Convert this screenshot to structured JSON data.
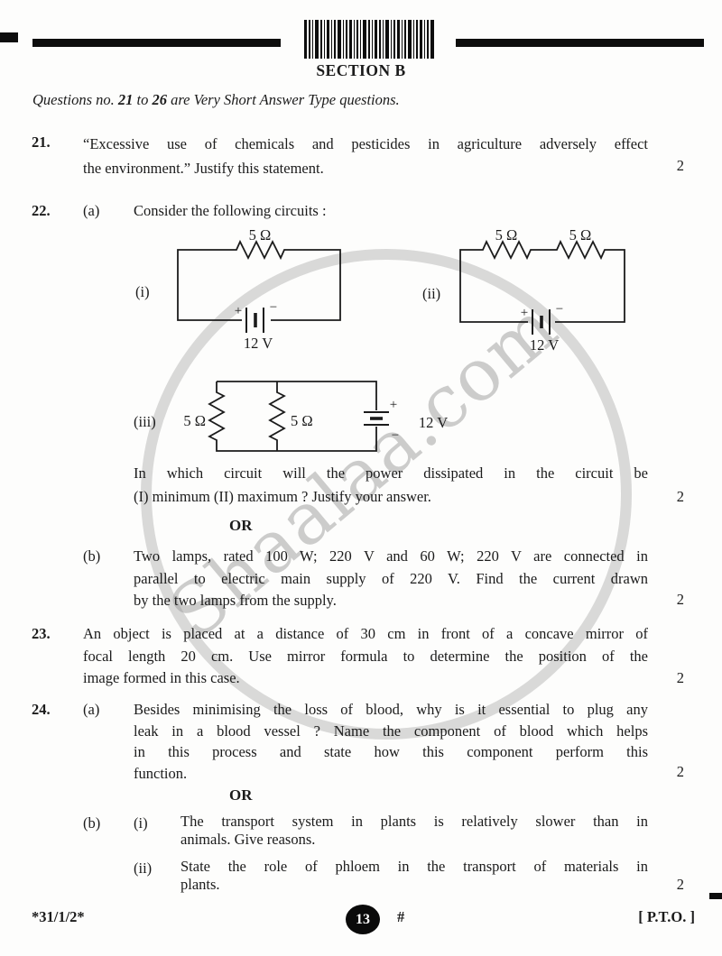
{
  "watermark": {
    "text": "Shaalaa.com"
  },
  "header": {
    "section_title": "SECTION B",
    "instruction_parts": {
      "p1": "Questions no. ",
      "p2": "21",
      "p3": " to ",
      "p4": "26",
      "p5": " are Very Short Answer Type questions."
    }
  },
  "q21": {
    "number": "21.",
    "lines": [
      "“Excessive use of chemicals and pesticides in agriculture adversely effect",
      "the environment.” Justify this statement."
    ],
    "marks": "2"
  },
  "q22": {
    "number": "22.",
    "part_a_label": "(a)",
    "intro": "Consider the following circuits :",
    "circuit_i": {
      "label": "(i)",
      "r1": "5 Ω",
      "plus": "+",
      "minus": "−",
      "volt": "12 V"
    },
    "circuit_ii": {
      "label": "(ii)",
      "r1": "5 Ω",
      "r2": "5 Ω",
      "plus": "+",
      "minus": "−",
      "volt": "12 V"
    },
    "circuit_iii": {
      "label": "(iii)",
      "r1": "5 Ω",
      "r2": "5 Ω",
      "plus": "+",
      "minus": "−",
      "volt": "12 V"
    },
    "question_lines": [
      "In which circuit will the power dissipated in the circuit be",
      "(I) minimum (II) maximum ? Justify your answer."
    ],
    "marks_a": "2",
    "or_label": "OR",
    "part_b_label": "(b)",
    "part_b_lines": [
      "Two lamps, rated 100 W; 220 V and 60 W; 220 V are connected in",
      "parallel to electric main supply of 220 V. Find the current drawn",
      "by the two lamps from the supply."
    ],
    "marks_b": "2"
  },
  "q23": {
    "number": "23.",
    "lines": [
      "An object is placed at a distance of 30 cm in front of a concave mirror of",
      "focal length 20 cm. Use mirror formula to determine the position of the",
      "image formed in this case."
    ],
    "marks": "2"
  },
  "q24": {
    "number": "24.",
    "part_a_label": "(a)",
    "part_a_lines": [
      "Besides minimising the loss of blood, why is it essential to plug any",
      "leak in a blood vessel ? Name the component of blood which helps",
      "in this process and state how this component perform this",
      "function."
    ],
    "marks_a": "2",
    "or_label": "OR",
    "part_b_label": "(b)",
    "b_i_label": "(i)",
    "b_i_lines": [
      "The transport system in plants is relatively slower than in",
      "animals. Give reasons."
    ],
    "b_ii_label": "(ii)",
    "b_ii_lines": [
      "State the role of phloem in the transport of materials in",
      "plants."
    ],
    "marks_b": "2"
  },
  "footer": {
    "paper_code": "*31/1/2*",
    "page_number": "13",
    "hash_mark": "#",
    "pto": "[ P.T.O. ]"
  }
}
